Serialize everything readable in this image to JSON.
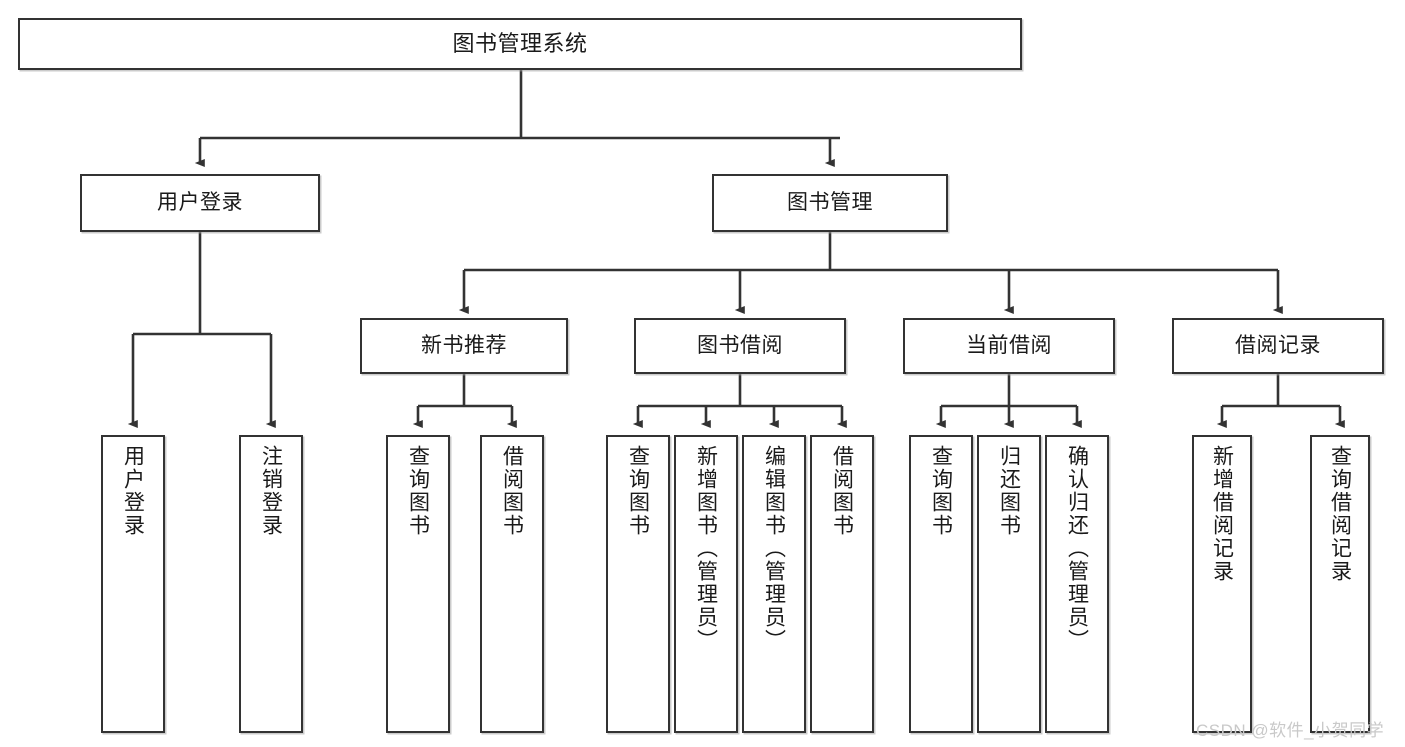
{
  "diagram": {
    "title": "图书管理系统",
    "root": {
      "label": "图书管理系统"
    },
    "level2": [
      {
        "label": "用户登录"
      },
      {
        "label": "图书管理"
      }
    ],
    "level3": [
      {
        "label": "新书推荐"
      },
      {
        "label": "图书借阅"
      },
      {
        "label": "当前借阅"
      },
      {
        "label": "借阅记录"
      }
    ],
    "leaves": {
      "user_login": [
        {
          "label": "用户登录"
        },
        {
          "label": "注销登录"
        }
      ],
      "new_book_recommend": [
        {
          "label": "查询图书"
        },
        {
          "label": "借阅图书"
        }
      ],
      "book_borrow": [
        {
          "label": "查询图书"
        },
        {
          "label": "新增图书（管理员）"
        },
        {
          "label": "编辑图书（管理员）"
        },
        {
          "label": "借阅图书"
        }
      ],
      "current_borrow": [
        {
          "label": "查询图书"
        },
        {
          "label": "归还图书"
        },
        {
          "label": "确认归还（管理员）"
        }
      ],
      "borrow_record": [
        {
          "label": "新增借阅记录"
        },
        {
          "label": "查询借阅记录"
        }
      ]
    }
  },
  "watermark": {
    "text": "CSDN @软件_小贺同学"
  },
  "colors": {
    "box_border": "#333333",
    "line": "#333333",
    "text": "#1a1a1a",
    "background": "#ffffff",
    "watermark": "#c9c9c9"
  }
}
